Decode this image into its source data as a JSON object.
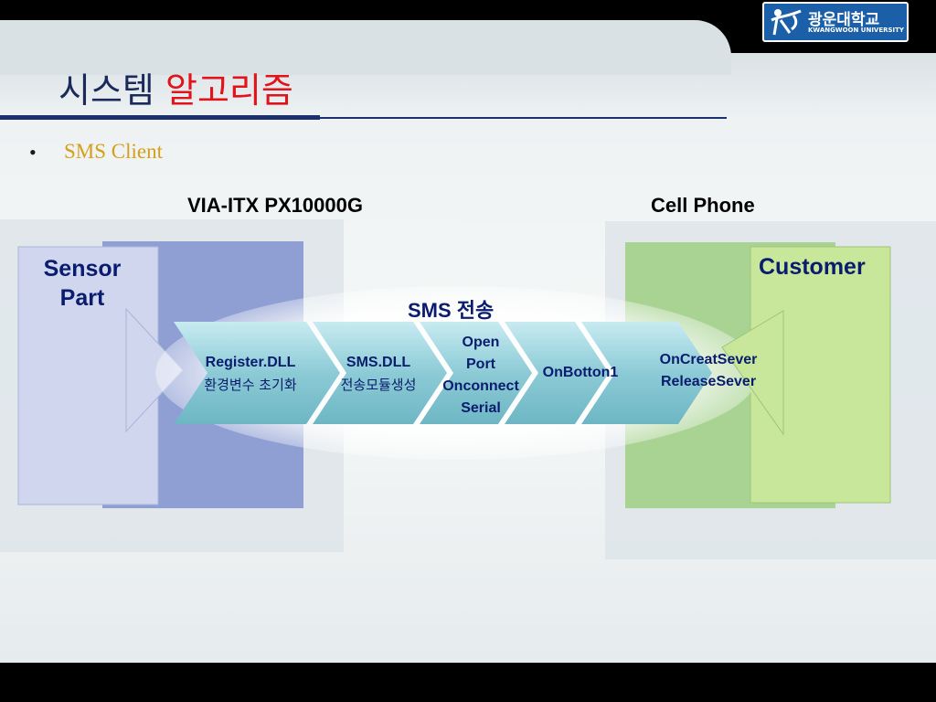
{
  "header": {
    "logo_kr": "광운대학교",
    "logo_en": "KWANGWOON UNIVERSITY",
    "title_part1": "시스템",
    "title_part2": "알고리즘"
  },
  "bullets": [
    {
      "text": "SMS Client"
    }
  ],
  "diagram": {
    "device_left_label": "VIA-ITX PX10000G",
    "device_right_label": "Cell Phone",
    "sensor_line1": "Sensor",
    "sensor_line2": "Part",
    "customer_label": "Customer",
    "flow_label": "SMS 전송",
    "steps": [
      {
        "line1": "Register.DLL",
        "line2": "환경변수 초기화"
      },
      {
        "line1": "SMS.DLL",
        "line2": "전송모듈생성"
      },
      {
        "line1": "Open",
        "line2": "Port",
        "line3": "Onconnect",
        "line4": "Serial"
      },
      {
        "line1": "OnBotton1"
      },
      {
        "line1": "OnCreatSever",
        "line2": "ReleaseSever"
      }
    ]
  },
  "colors": {
    "title_blue": "#1a2a5a",
    "title_red": "#e0141a",
    "bullet_gold": "#d4a017",
    "text_navy": "#0a1c6e",
    "sensor_fill": "#cfd6ee",
    "block_blue": "#8f9fd3",
    "block_green": "#a9d393",
    "customer_fill": "#c9e79a",
    "arrow_teal": "#8ccbd6"
  }
}
